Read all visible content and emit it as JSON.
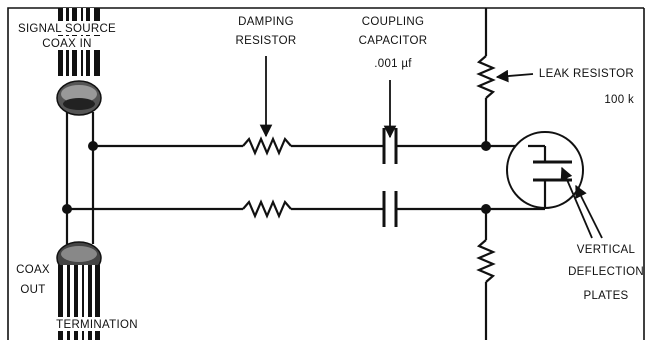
{
  "labels": {
    "signal_source": "SIGNAL SOURCE",
    "coax_in": "COAX IN",
    "damping": "DAMPING",
    "resistor": "RESISTOR",
    "coupling": "COUPLING",
    "capacitor": "CAPACITOR",
    "capacitance": ".001 µf",
    "leak_resistor": "LEAK RESISTOR",
    "leak_value": "100 k",
    "vertical": "VERTICAL",
    "deflection": "DEFLECTION",
    "plates": "PLATES",
    "coax": "COAX",
    "out": "OUT",
    "termination": "TERMINATION"
  }
}
